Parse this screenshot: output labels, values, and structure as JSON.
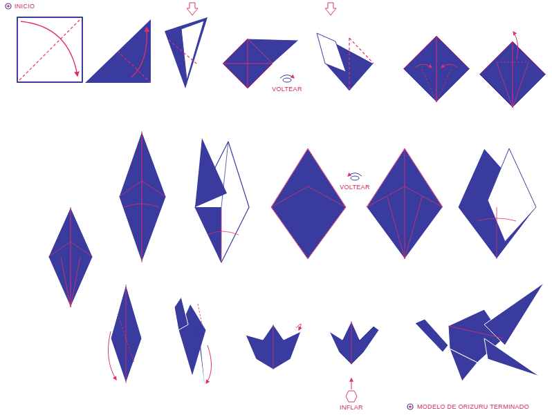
{
  "diagram": {
    "labels": [
      "INICIO",
      "VOLTEAR",
      "VOLTEAR",
      "INFLAR",
      "MODELO DE ORIZURU TERMINADO"
    ]
  }
}
